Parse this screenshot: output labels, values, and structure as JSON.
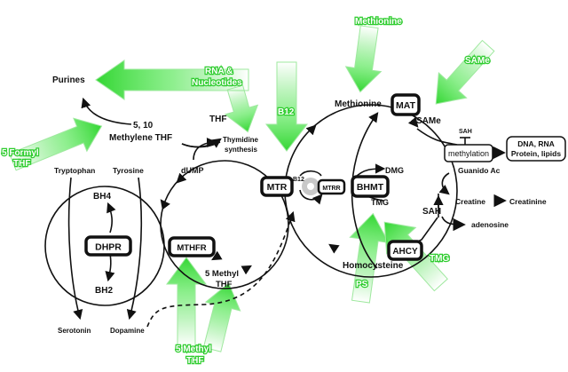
{
  "diagram": {
    "title": "One-carbon / methylation metabolism pathway",
    "colors": {
      "accent_green": "#3fdc3f",
      "line": "#111111",
      "background": "#ffffff"
    },
    "green_inputs": {
      "methionine": "Methionine",
      "same": "SAMe",
      "rna_line1": "RNA &",
      "rna_line2": "Nucleotides",
      "b12": "B12",
      "formyl_line1": "5 Formyl",
      "formyl_line2": "THF",
      "methyl_line1": "5 Methyl",
      "methyl_line2": "THF",
      "ps": "PS",
      "tmg": "TMG"
    },
    "metabolites": {
      "purines": "Purines",
      "methylene_line1": "5, 10",
      "methylene_line2": "Methylene THF",
      "thf": "THF",
      "thymidine_line1": "Thymidine",
      "thymidine_line2": "synthesis",
      "dump": "dUMP",
      "tryptophan": "Tryptophan",
      "tyrosine": "Tyrosine",
      "bh4": "BH4",
      "bh2": "BH2",
      "serotonin": "Serotonin",
      "dopamine": "Dopamine",
      "methyl_thf_line1": "5 Methyl",
      "methyl_thf_line2": "THF",
      "methionine": "Methionine",
      "same": "SAMe",
      "sah_top": "SAH",
      "dmg": "DMG",
      "tmg": "TMG",
      "guanido": "Guanido Ac",
      "creatine": "Creatine",
      "creatinine": "Creatinine",
      "sah": "SAH",
      "adenosine": "adenosine",
      "homocysteine": "Homocysteine",
      "b12_cofactor": "B12",
      "methylation": "methylation",
      "dna_line1": "DNA, RNA",
      "dna_line2": "Protein, lipids"
    },
    "enzymes": {
      "dhpr": "DHPR",
      "mthfr": "MTHFR",
      "mtr": "MTR",
      "mtrr": "MTRR",
      "bhmt": "BHMT",
      "mat": "MAT",
      "ahcy": "AHCY"
    }
  }
}
